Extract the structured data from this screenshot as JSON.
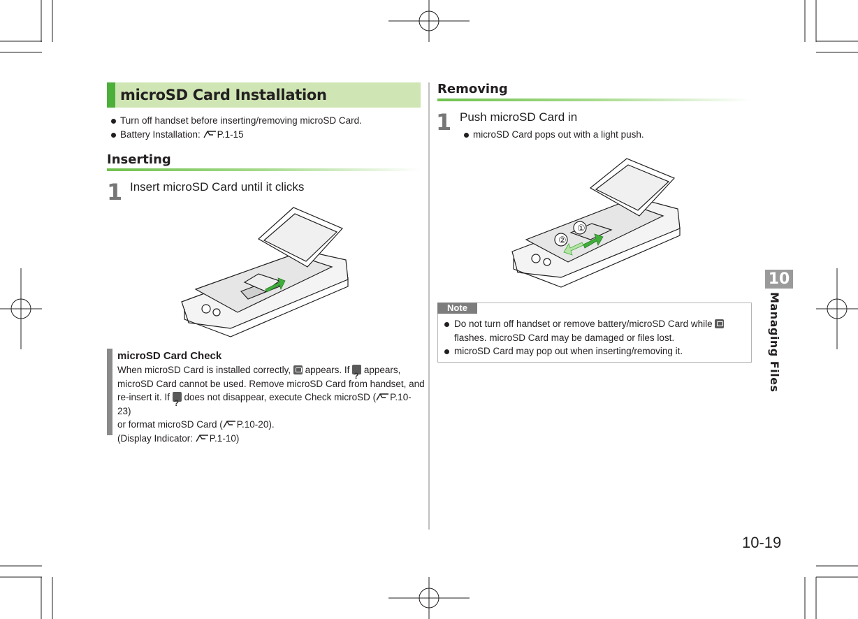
{
  "section": {
    "title": "microSD Card Installation",
    "bullets": [
      "Turn off handset before inserting/removing microSD Card.",
      "Battery Installation: "
    ],
    "bullet2_ref": "P.1-15"
  },
  "inserting": {
    "title": "Inserting",
    "step_num": "1",
    "step_text": "Insert microSD Card until it clicks"
  },
  "check": {
    "title": "microSD Card Check",
    "line1a": "When microSD Card is installed correctly, ",
    "line1b": " appears. If ",
    "line1c": " appears,",
    "line2": "microSD Card cannot be used. Remove microSD Card from handset, and",
    "line3a": "re-insert it. If ",
    "line3b": " does not disappear, execute Check microSD (",
    "line3ref": "P.10-23)",
    "line4a": "or format microSD Card (",
    "line4ref": "P.10-20).",
    "line5a": "(Display Indicator: ",
    "line5ref": "P.1-10)"
  },
  "removing": {
    "title": "Removing",
    "step_num": "1",
    "step_text": "Push microSD Card in",
    "bullet": "microSD Card pops out with a light push.",
    "fig_label1": "①",
    "fig_label2": "②"
  },
  "note": {
    "tab": "Note",
    "bullet1a": "Do not turn off handset or remove battery/microSD Card while ",
    "bullet1b": "flashes. microSD Card may be damaged or files lost.",
    "bullet2": "microSD Card may pop out when inserting/removing it."
  },
  "side": {
    "chapter": "10",
    "label": "Managing Files"
  },
  "page_number": "10-19",
  "colors": {
    "heading_bg": "#cfe6b4",
    "heading_accent": "#4caf3a",
    "subline": "#6fc14d",
    "arrow_green": "#3fae3a"
  }
}
